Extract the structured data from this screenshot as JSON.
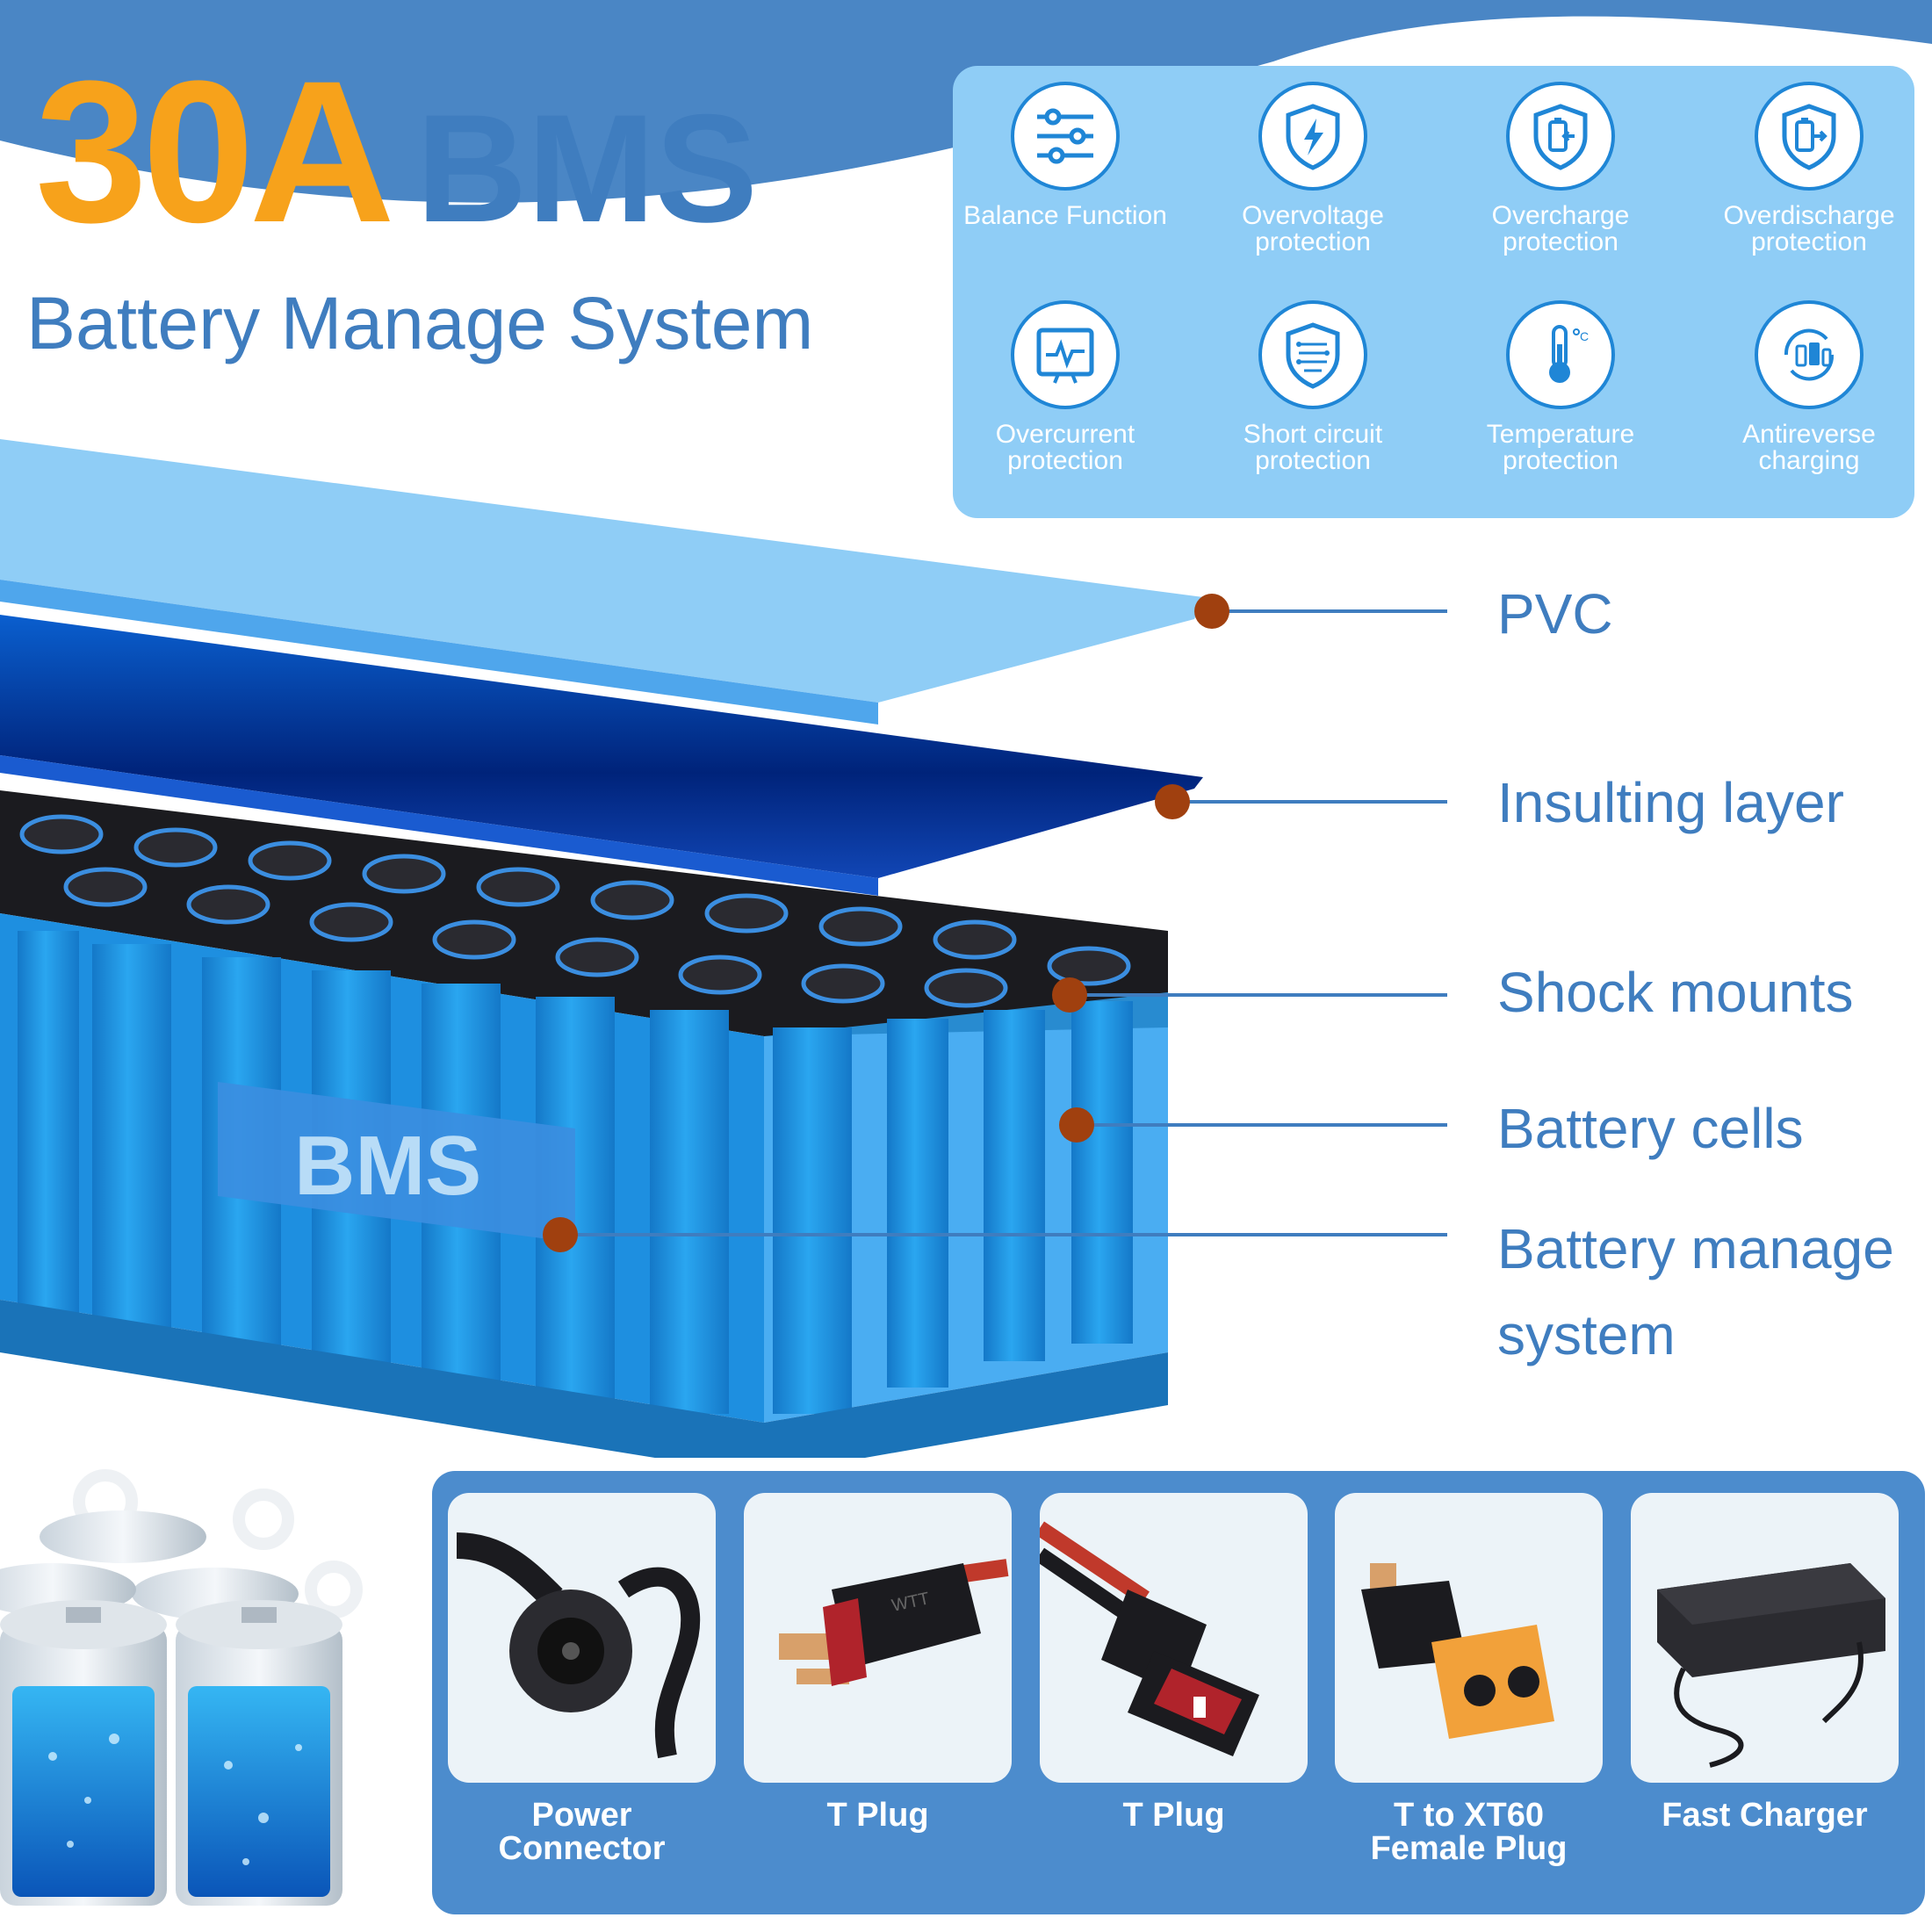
{
  "header": {
    "amperage": "30A",
    "bms": "BMS",
    "subtitle": "Battery Manage System"
  },
  "features": [
    {
      "icon": "sliders-icon",
      "label": "Balance Function"
    },
    {
      "icon": "lightning-shield-icon",
      "label": "Overvoltage protection"
    },
    {
      "icon": "battery-in-shield-icon",
      "label": "Overcharge protection"
    },
    {
      "icon": "battery-out-shield-icon",
      "label": "Overdischarge protection"
    },
    {
      "icon": "pulse-monitor-icon",
      "label": "Overcurrent protection"
    },
    {
      "icon": "circuit-shield-icon",
      "label": "Short circuit protection"
    },
    {
      "icon": "thermometer-icon",
      "label": "Temperature protection"
    },
    {
      "icon": "battery-cycle-icon",
      "label": "Antireverse charging"
    }
  ],
  "layers": [
    "PVC",
    "Insulting layer",
    "Shock mounts",
    "Battery cells",
    "Battery manage system"
  ],
  "pack_label": "BMS",
  "accessories": [
    {
      "label": "Power Connector",
      "icon": "dc-jack-icon"
    },
    {
      "label": "T Plug",
      "icon": "t-plug-male-icon"
    },
    {
      "label": "T Plug",
      "icon": "t-plug-female-icon"
    },
    {
      "label": "T to XT60 Female Plug",
      "icon": "xt60-adapter-icon"
    },
    {
      "label": "Fast Charger",
      "icon": "charger-icon"
    }
  ],
  "connector_mark": "WTT",
  "colors": {
    "accent_orange": "#f7a21b",
    "brand_blue": "#3f7dbf",
    "panel_light_blue": "#8fcdf6",
    "panel_blue": "#4c8ccd",
    "cell_blue": "#1e9be8",
    "dot_brown": "#a0400f"
  }
}
